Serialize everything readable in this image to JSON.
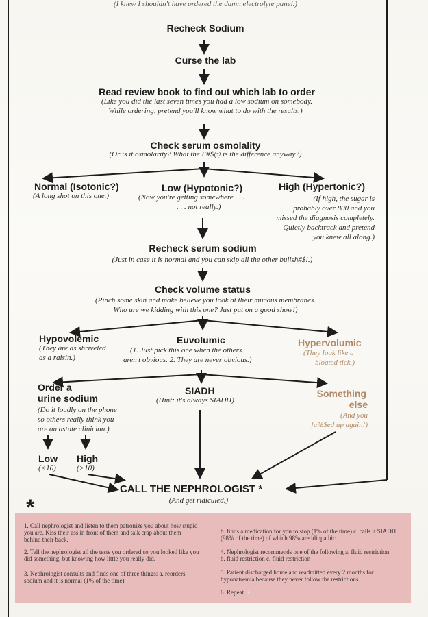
{
  "top_cut": "(I knew I shouldn't have ordered the damn electrolyte panel.)",
  "steps": {
    "recheck_sodium": "Recheck Sodium",
    "curse_lab": "Curse the lab",
    "read_book": "Read review book to find out which lab to order",
    "read_book_note1": "(Like you did the last seven times you had a low sodium on somebody.",
    "read_book_note2": "While ordering, pretend you'll know what to do with the results.)",
    "check_osm": "Check serum osmolality",
    "check_osm_note": "(Or is it osmolarity? What the F#$@ is the difference anyway?)",
    "normal": "Normal (Isotonic?)",
    "normal_note": "(A long shot on this one.)",
    "low": "Low (Hypotonic?)",
    "low_note1": "(Now you're getting somewhere . . .",
    "low_note2": ". . . not really.)",
    "high": "High (Hypertonic?)",
    "high_note": [
      "(If high, the sugar is",
      "probably over 800 and you",
      "missed the diagnosis completely.",
      "Quietly backtrack and pretend",
      "you knew all along.)"
    ],
    "recheck_osm": "Recheck serum sodium",
    "recheck_osm_note": "(Just in case it is normal and you can skip all the other bullsh#$!.)",
    "volume": "Check volume status",
    "volume_note1": "(Pinch some skin and make believe you look at their mucous membranes.",
    "volume_note2": "Who are we kidding with this one? Just put on a good show!)",
    "hypo": "Hypovolemic",
    "hypo_note1": "(They are as shriveled",
    "hypo_note2": "as a raisin.)",
    "euvo": "Euvolumic",
    "euvo_note1": "(1. Just pick this one when the others",
    "euvo_note2": "aren't obvious. 2. They are never obvious.)",
    "hyper": "Hypervolumic",
    "hyper_note1": "(They look like a",
    "hyper_note2": "bloated tick.)",
    "urine1": "Order a",
    "urine2": "urine sodium",
    "urine_note": [
      "(Do it loudly on the phone",
      "so others really think you",
      "are an astute clinician.)"
    ],
    "siadh": "SIADH",
    "siadh_note": "(Hint: it's always SIADH)",
    "something1": "Something",
    "something2": "else",
    "something_note1": "(And you",
    "something_note2": "fu%$ed up again!)",
    "u_low": "Low",
    "u_low_note": "(<10)",
    "u_high": "High",
    "u_high_note": "(>10)",
    "call": "CALL THE NEPHROLOGIST *",
    "call_note": "(And get ridiculed.)"
  },
  "footnotes": {
    "asterisk": "*",
    "f1": "1. Call nephrologist and listen to them patronize you about how stupid you are. Kiss their ass in front of them and talk crap about them behind their back.",
    "f2": "2. Tell the nephrologist all the tests you ordered so you looked like you did something, but knowing how little you really did.",
    "f3": "3. Nephrologist consults and finds one of three things: a. reorders sodium and it is normal (1% of the time)",
    "f3b": "b. finds a medication for you to stop (1% of the time) c. calls it SIADH (98% of the time) of which 98% are idiopathic.",
    "f4": "4. Nephrologist recommends one of the following a. fluid restriction b. fluid restriction c. fluid restriction",
    "f5": "5. Patient discharged home and readmitted every 2 months for hyponatremia because they never follow the restrictions.",
    "f6": "6. Repeat.",
    "plus": "+"
  },
  "colors": {
    "paper": "#fbfaf6",
    "ink": "#1d1d1d",
    "box": "#e7bcbb",
    "faded": "#b08a66"
  }
}
